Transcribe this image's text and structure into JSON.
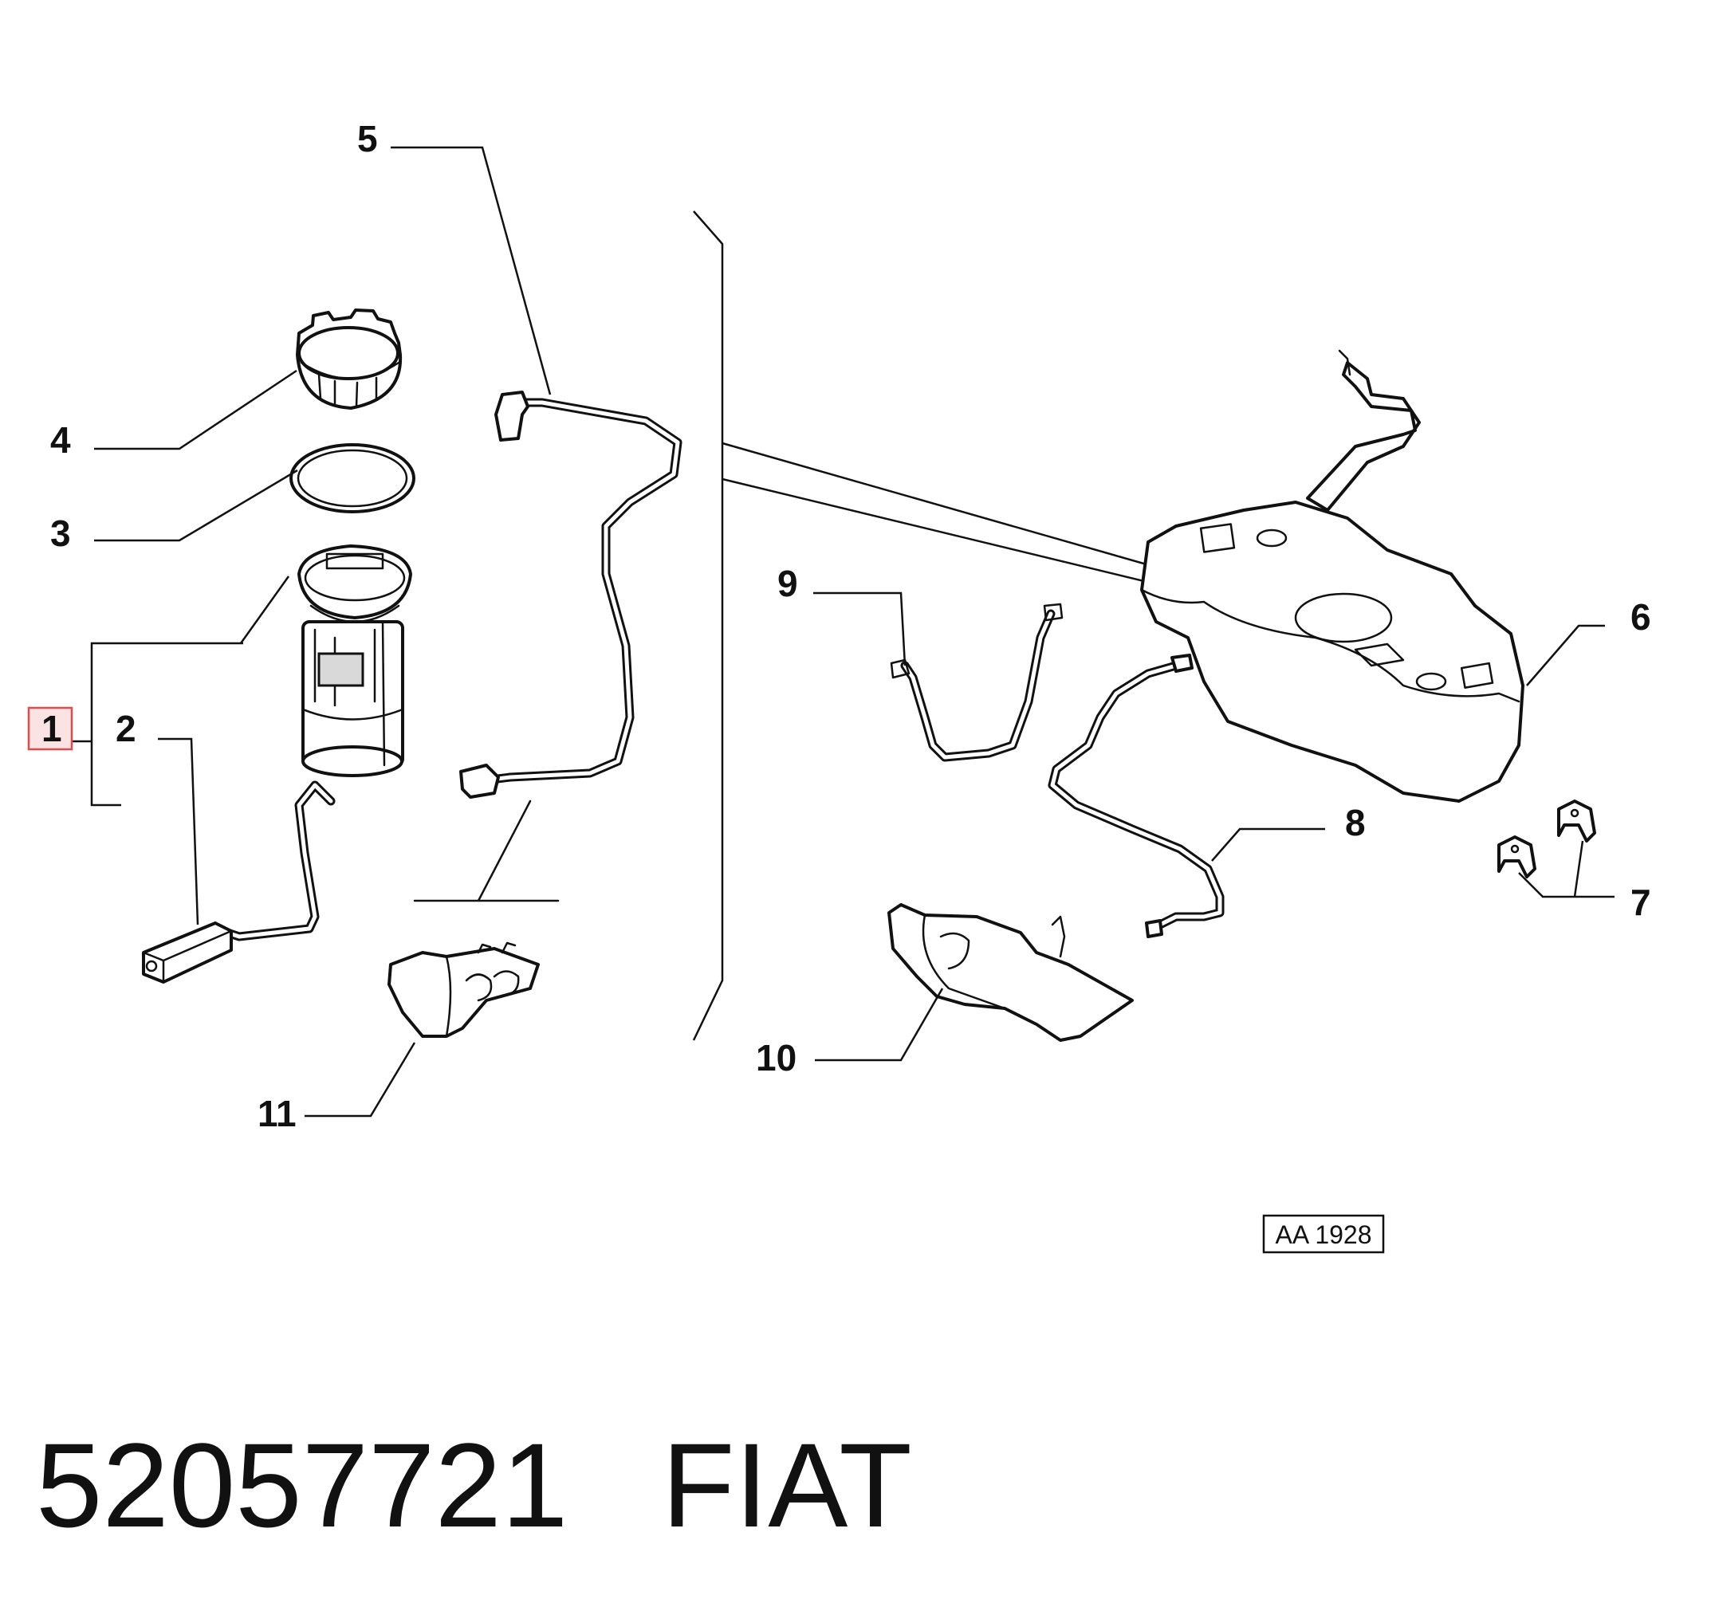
{
  "callouts": {
    "c1": "1",
    "c2": "2",
    "c3": "3",
    "c4": "4",
    "c5": "5",
    "c6": "6",
    "c7": "7",
    "c8": "8",
    "c9": "9",
    "c10": "10",
    "c11": "11"
  },
  "reference_code": "AA 1928",
  "part_number": "52057721",
  "brand": "FIAT",
  "colors": {
    "ink": "#111111",
    "highlight": "#e04b4b",
    "highlight_fill": "#fbe3e3"
  }
}
